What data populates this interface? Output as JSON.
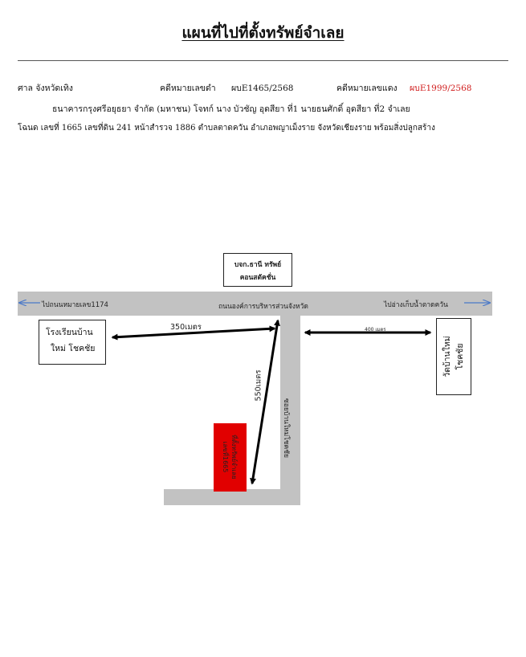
{
  "title": "แผนที่ไปที่ตั้งทรัพย์จำเลย",
  "header": {
    "court": "ศาล  จังหวัดเทิง",
    "black_case_label": "คดีหมายเลขดำ",
    "black_case_number": "ผบE1465/2568",
    "red_case_label": "คดีหมายเลขแดง",
    "red_case_number": "ผบE1999/2568",
    "parties": "ธนาคารกรุงศรีอยุธยา จำกัด (มหาชน) โจทก์  นาง บัวชัญ อุดสียา ที่1 นายธนศักดิ์ อุดสียา ที่2  จำเลย",
    "deed": "โฉนด เลขที่ 1665  เลขที่ดิน 241  หน้าสำรวจ 1886 ตำบลตาดควัน อำเภอพญาเม็งราย  จังหวัดเชียงราย พร้อมสิ่งปลูกสร้าง"
  },
  "map": {
    "left_direction": "ไปถนนหมายเลข1174",
    "main_road": "ถนนองค์การบริหารส่วนจังหวัด",
    "right_direction": "ไปอ่างเก็บน้ำตาดควัน",
    "side_road": "ซอยบ้านใหม่โชคชัย",
    "company_line1": "บจก.ธานี ทรัพย์",
    "company_line2": "คอนสตัคชั่น",
    "school_line1": "โรงเรียนบ้าน",
    "school_line2": "ใหม่ โชคชัย",
    "temple_line1": "วัดบ้านใหม่",
    "temple_line2": "โชคชัย",
    "property_line1": "ที่ตั้งทรัพย์จำเลย",
    "property_line2": "เลขที่1665",
    "dist_school": "350เมตร",
    "dist_temple": "400 เมตร",
    "dist_property": "550เมตร"
  },
  "colors": {
    "road": "#c2c2c2",
    "property": "#e10000",
    "direction_arrow": "#4a78c8",
    "red_case": "#d01c1c"
  }
}
